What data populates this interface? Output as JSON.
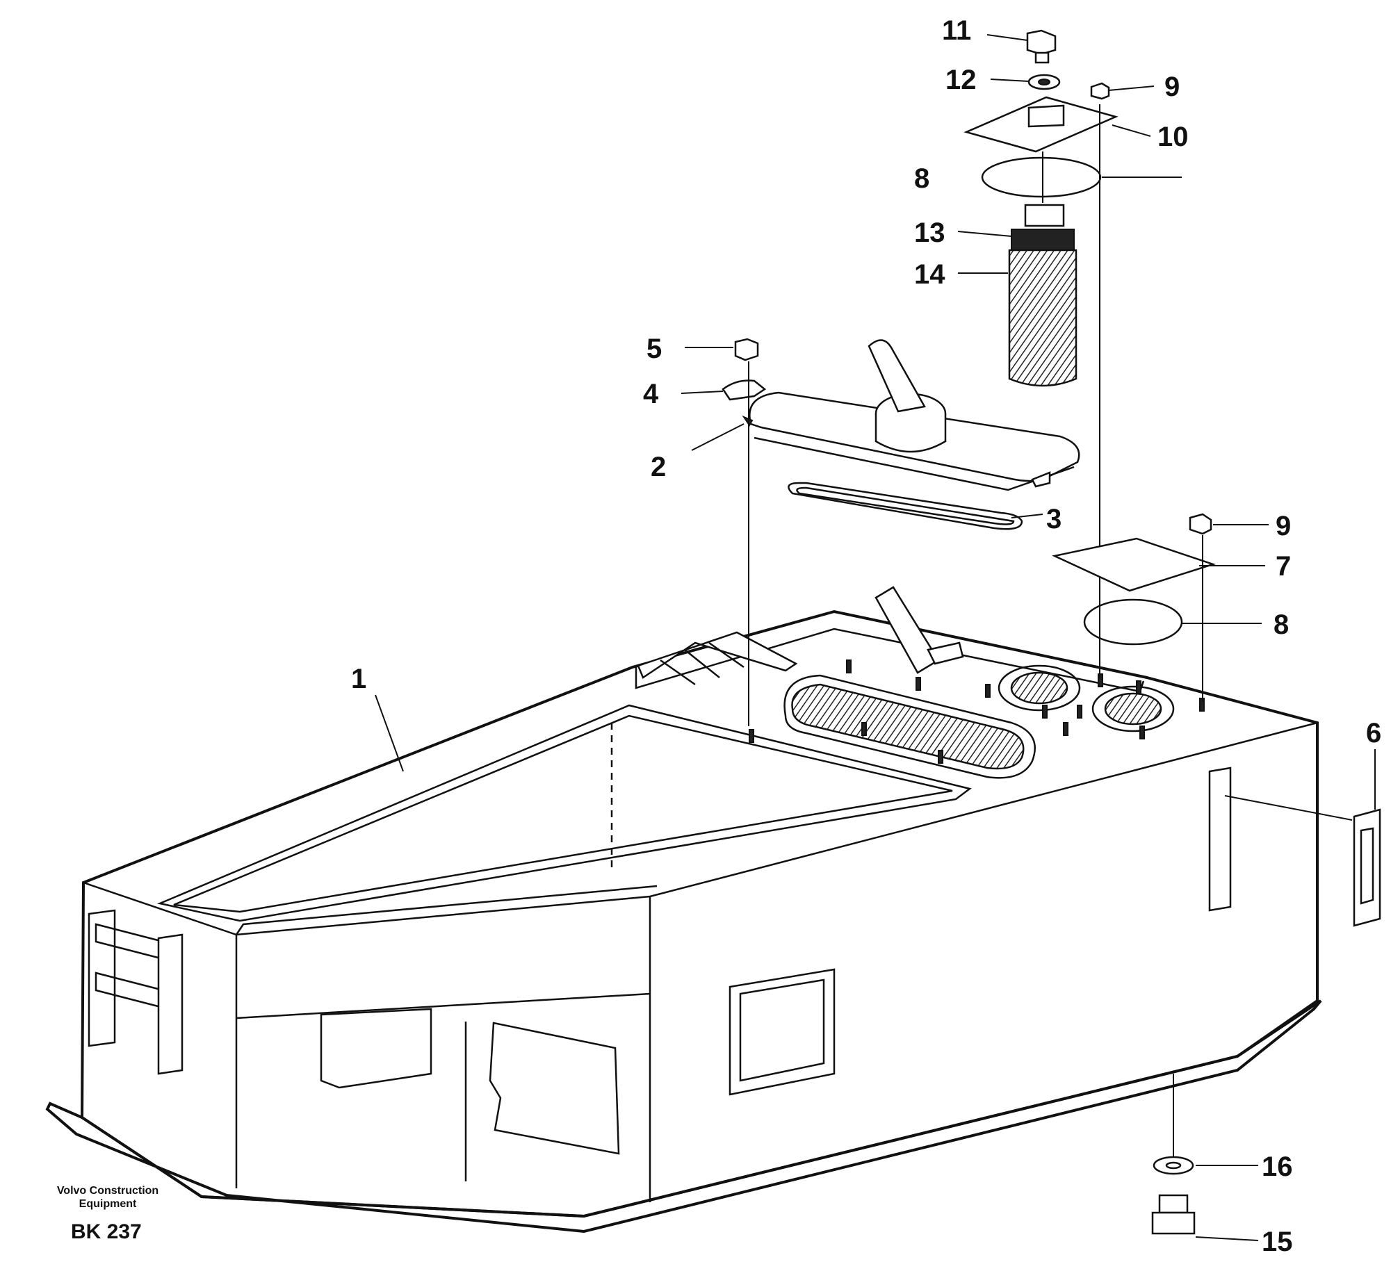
{
  "callouts": [
    {
      "n": "1"
    },
    {
      "n": "2"
    },
    {
      "n": "3"
    },
    {
      "n": "4"
    },
    {
      "n": "5"
    },
    {
      "n": "6"
    },
    {
      "n": "7"
    },
    {
      "n": "8"
    },
    {
      "n": "8"
    },
    {
      "n": "9"
    },
    {
      "n": "9"
    },
    {
      "n": "10"
    },
    {
      "n": "11"
    },
    {
      "n": "12"
    },
    {
      "n": "13"
    },
    {
      "n": "14"
    },
    {
      "n": "15"
    },
    {
      "n": "16"
    }
  ],
  "brand": {
    "line1": "Volvo Construction",
    "line2": "Equipment"
  },
  "figure_code": "BK 237"
}
